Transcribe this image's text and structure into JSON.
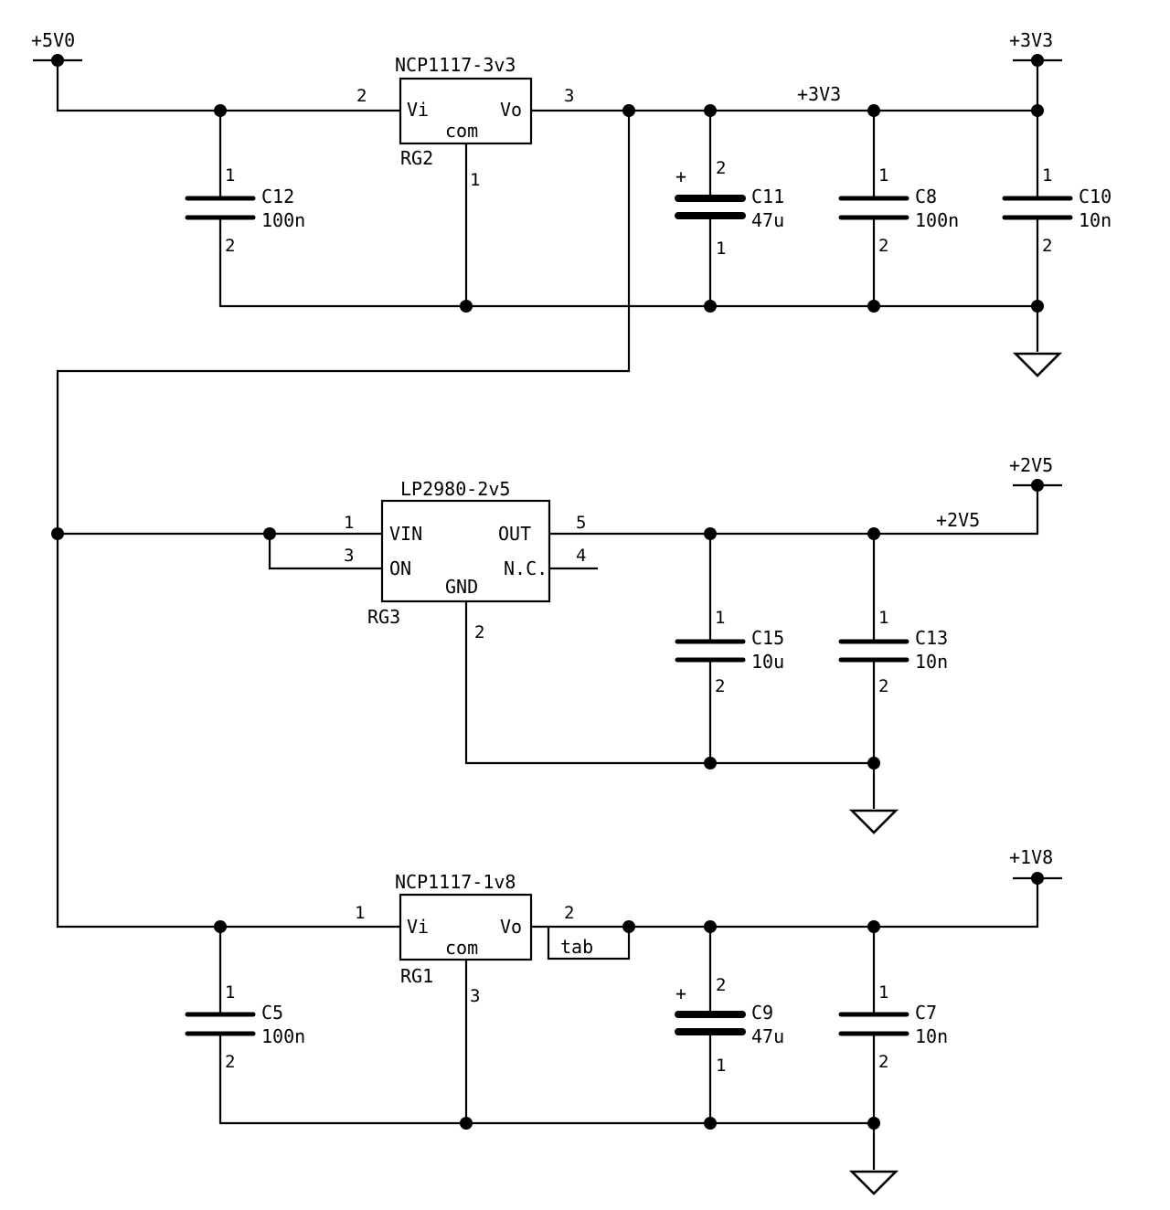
{
  "power": {
    "v5": "+5V0",
    "v33_top": "+3V3",
    "v33_net": "+3V3",
    "v25_top": "+2V5",
    "v25_net": "+2V5",
    "v18_top": "+1V8"
  },
  "regulators": {
    "rg2": {
      "ref": "RG2",
      "value": "NCP1117-3v3",
      "pin_vi": "Vi",
      "pin_vo": "Vo",
      "pin_com": "com",
      "num_in": "2",
      "num_out": "3",
      "num_com": "1"
    },
    "rg3": {
      "ref": "RG3",
      "value": "LP2980-2v5",
      "pin_vin": "VIN",
      "pin_on": "ON",
      "pin_out": "OUT",
      "pin_nc": "N.C.",
      "pin_gnd": "GND",
      "num_vin": "1",
      "num_on": "3",
      "num_out": "5",
      "num_nc": "4",
      "num_gnd": "2"
    },
    "rg1": {
      "ref": "RG1",
      "value": "NCP1117-1v8",
      "pin_vi": "Vi",
      "pin_vo": "Vo",
      "pin_com": "com",
      "tab": "tab",
      "num_in": "1",
      "num_out": "2",
      "num_com": "3"
    }
  },
  "capacitors": {
    "c12": {
      "ref": "C12",
      "value": "100n",
      "p1": "1",
      "p2": "2"
    },
    "c11": {
      "ref": "C11",
      "value": "47u",
      "p1": "2",
      "p2": "1",
      "plus": "+"
    },
    "c8": {
      "ref": "C8",
      "value": "100n",
      "p1": "1",
      "p2": "2"
    },
    "c10": {
      "ref": "C10",
      "value": "10n",
      "p1": "1",
      "p2": "2"
    },
    "c15": {
      "ref": "C15",
      "value": "10u",
      "p1": "1",
      "p2": "2"
    },
    "c13": {
      "ref": "C13",
      "value": "10n",
      "p1": "1",
      "p2": "2"
    },
    "c5": {
      "ref": "C5",
      "value": "100n",
      "p1": "1",
      "p2": "2"
    },
    "c9": {
      "ref": "C9",
      "value": "47u",
      "p1": "2",
      "p2": "1",
      "plus": "+"
    },
    "c7": {
      "ref": "C7",
      "value": "10n",
      "p1": "1",
      "p2": "2"
    }
  },
  "icons": [
    "ground-icon",
    "junction-dot"
  ]
}
